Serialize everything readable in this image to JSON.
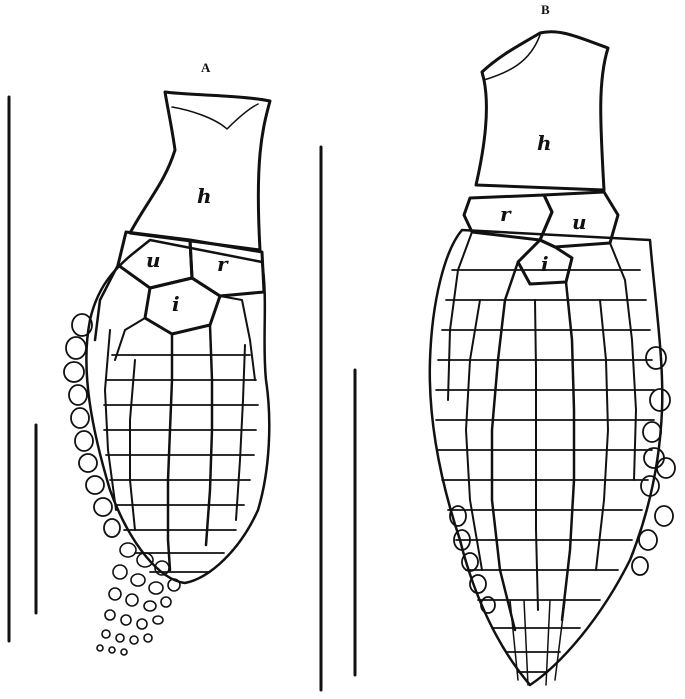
{
  "figures": [
    {
      "letter": "A",
      "cell_labels": {
        "top": "h",
        "left": "u",
        "right": "r",
        "lower": "i"
      }
    },
    {
      "letter": "B",
      "cell_labels": {
        "top": "h",
        "left": "r",
        "right": "u",
        "lower": "i"
      }
    }
  ],
  "colors": {
    "ink": "#111111",
    "paper": "#ffffff"
  }
}
